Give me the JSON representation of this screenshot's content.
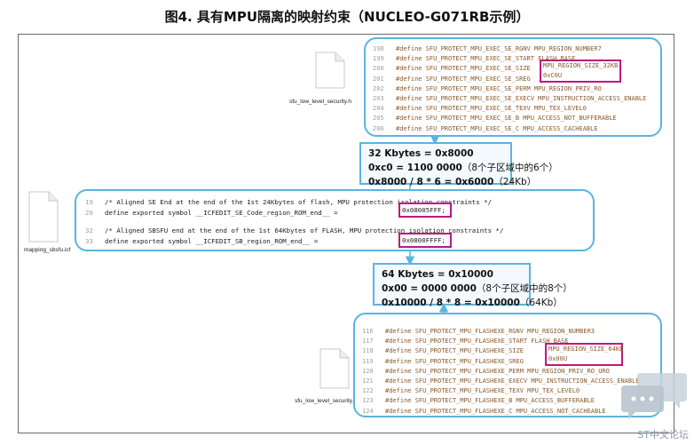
{
  "title": "图4. 具有MPU隔离的映射约束（NUCLEO-G071RB示例）",
  "files": {
    "top": "sfu_low_level_security.h",
    "middle": "mapping_sbsfu.icf",
    "bottom": "sfu_low_level_security.h"
  },
  "top_code": [
    {
      "ln": "198",
      "text": "#define SFU_PROTECT_MPU_EXEC_SE_RGNV  MPU_REGION_NUMBER7"
    },
    {
      "ln": "199",
      "text": "#define SFU_PROTECT_MPU_EXEC_SE_START FLASH_BASE"
    },
    {
      "ln": "200",
      "text": "#define SFU_PROTECT_MPU_EXEC_SE_SIZE"
    },
    {
      "ln": "201",
      "text": "#define SFU_PROTECT_MPU_EXEC_SE_SREG"
    },
    {
      "ln": "202",
      "text": "#define SFU_PROTECT_MPU_EXEC_SE_PERM  MPU_REGION_PRIV_RO"
    },
    {
      "ln": "203",
      "text": "#define SFU_PROTECT_MPU_EXEC_SE_EXECV MPU_INSTRUCTION_ACCESS_ENABLE"
    },
    {
      "ln": "204",
      "text": "#define SFU_PROTECT_MPU_EXEC_SE_TEXV  MPU_TEX_LEVEL0"
    },
    {
      "ln": "205",
      "text": "#define SFU_PROTECT_MPU_EXEC_SE_B     MPU_ACCESS_NOT_BUFFERABLE"
    },
    {
      "ln": "206",
      "text": "#define SFU_PROTECT_MPU_EXEC_SE_C     MPU_ACCESS_CACHEABLE"
    }
  ],
  "top_highlight": {
    "size": "MPU_REGION_SIZE_32KB",
    "sreg": "0xC0U"
  },
  "info_top": {
    "line1": "32 Kbytes = 0x8000",
    "line2_bold": "0xc0 = 1100 0000",
    "line2_rest": "（8个子区域中的6个）",
    "line3_bold": "0x8000 / 8 * 6 = 0x6000",
    "line3_rest": "（24Kb）"
  },
  "mid_code": [
    {
      "ln": "19",
      "text": "/* Aligned SE End at the end of the 1st 24Kbytes of flash, MPU protection isolation constraints */"
    },
    {
      "ln": "20",
      "text": "define exported symbol __ICFEDIT_SE_Code_region_ROM_end__           = "
    },
    {
      "ln": "32",
      "text": "/* Aligned SBSFU end at the end of the 1st 64Kbytes of FLASH, MPU protection isolation constraints */"
    },
    {
      "ln": "33",
      "text": "define exported symbol __ICFEDIT_SB_region_ROM_end__                = "
    }
  ],
  "mid_highlight": {
    "se_end": "0x08005FFF;",
    "sb_end": "0x0800FFFF;"
  },
  "info_bottom": {
    "line1": "64 Kbytes = 0x10000",
    "line2_bold": "0x00 = 0000 0000",
    "line2_rest": "（8个子区域中的8个）",
    "line3_bold": "0x10000 / 8 * 8 = 0x10000",
    "line3_rest": "（64Kb）"
  },
  "bottom_code": [
    {
      "ln": "116",
      "text": "#define SFU_PROTECT_MPU_FLASHEXE_RGNV  MPU_REGION_NUMBER3"
    },
    {
      "ln": "117",
      "text": "#define SFU_PROTECT_MPU_FLASHEXE_START FLASH_BASE"
    },
    {
      "ln": "118",
      "text": "#define SFU_PROTECT_MPU_FLASHEXE_SIZE"
    },
    {
      "ln": "119",
      "text": "#define SFU_PROTECT_MPU_FLASHEXE_SREG"
    },
    {
      "ln": "120",
      "text": "#define SFU_PROTECT_MPU_FLASHEXE_PERM  MPU_REGION_PRIV_RO_URO"
    },
    {
      "ln": "121",
      "text": "#define SFU_PROTECT_MPU_FLASHEXE_EXECV MPU_INSTRUCTION_ACCESS_ENABLE"
    },
    {
      "ln": "122",
      "text": "#define SFU_PROTECT_MPU_FLASHEXE_TEXV  MPU_TEX_LEVEL0"
    },
    {
      "ln": "123",
      "text": "#define SFU_PROTECT_MPU_FLASHEXE_B     MPU_ACCESS_BUFFERABLE"
    },
    {
      "ln": "124",
      "text": "#define SFU_PROTECT_MPU_FLASHEXE_C     MPU_ACCESS_NOT_CACHEABLE"
    }
  ],
  "bottom_highlight": {
    "size": "MPU_REGION_SIZE_64KB",
    "sreg": "0x00U"
  },
  "watermark": "ST中文论坛",
  "colors": {
    "panel_border": "#5bb4e0",
    "highlight_border": "#c0177f",
    "info_bg": "#f3f9fd"
  }
}
